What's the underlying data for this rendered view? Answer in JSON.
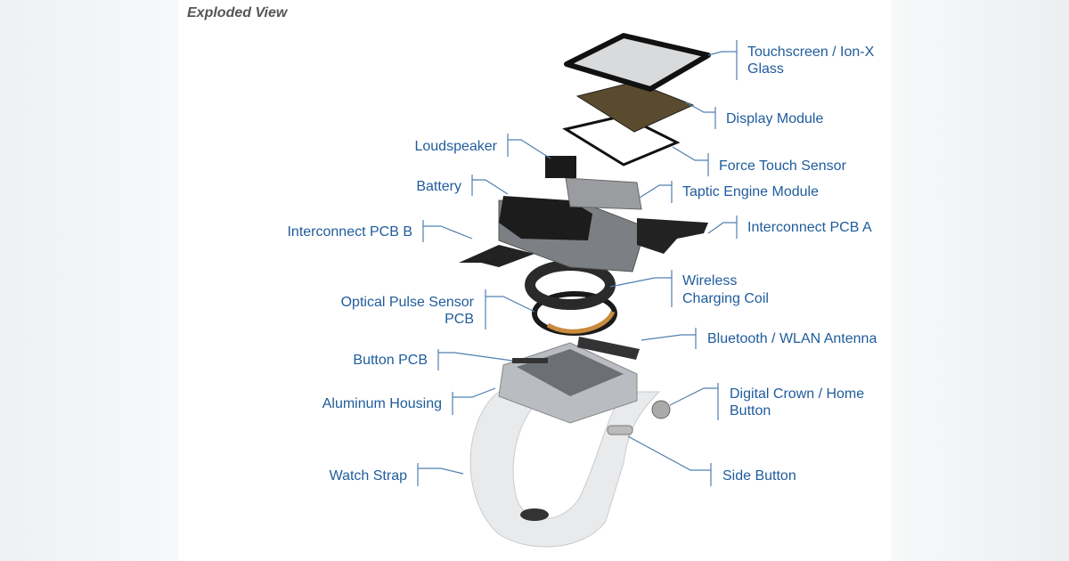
{
  "title": "Exploded View",
  "labels": {
    "touchscreen": [
      "Touchscreen / Ion-X",
      "Glass"
    ],
    "display": "Display Module",
    "force_touch": "Force Touch Sensor",
    "taptic": "Taptic Engine Module",
    "pcb_a": "Interconnect PCB A",
    "wireless": [
      "Wireless",
      "Charging Coil"
    ],
    "antenna": "Bluetooth / WLAN Antenna",
    "crown": [
      "Digital Crown / Home",
      "Button"
    ],
    "side_button": "Side Button",
    "loudspeaker": "Loudspeaker",
    "battery": "Battery",
    "pcb_b": "Interconnect PCB B",
    "optical": [
      "Optical Pulse Sensor",
      "PCB"
    ],
    "button_pcb": "Button PCB",
    "housing": "Aluminum Housing",
    "strap": "Watch Strap"
  },
  "colors": {
    "label": "#1f5c9c",
    "leader": "#4f7fb0"
  }
}
